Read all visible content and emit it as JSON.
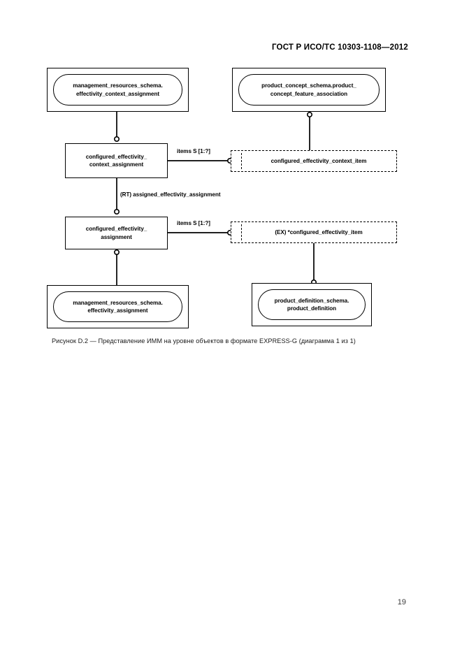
{
  "document": {
    "header": "ГОСТ Р ИСО/ТС 10303-1108—2012",
    "page_number": "19",
    "figure_caption": "Рисунок  D.2 — Представление ИММ на уровне объектов в формате EXPRESS-G (диаграмма 1 из 1)"
  },
  "diagram": {
    "type": "EXPRESS-G entity level diagram",
    "nodes": {
      "effectivity_context_assignment": "management_resources_schema.\neffectivity_context_assignment",
      "product_concept_feature_association": "product_concept_schema.product_\nconcept_feature_association",
      "configured_effectivity_context_assignment": "configured_effectivity_\ncontext_assignment",
      "configured_effectivity_context_item": "configured_effectivity_context_item",
      "configured_effectivity_assignment": "configured_effectivity_\nassignment",
      "configured_effectivity_item": "(EX) *configured_effectivity_item",
      "effectivity_assignment": "management_resources_schema.\neffectivity_assignment",
      "product_definition": "product_definition_schema.\nproduct_definition"
    },
    "edge_labels": {
      "items_context": "items S [1:?]",
      "assigned_effectivity_assignment": "(RT) assigned_effectivity_assignment",
      "items_effectivity": "items S [1:?]"
    }
  }
}
